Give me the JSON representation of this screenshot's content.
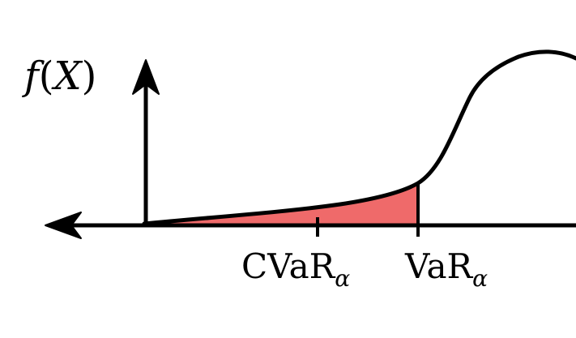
{
  "diagram": {
    "y_axis_label": {
      "func": "f",
      "open_paren": "(",
      "var": "X",
      "close_paren": ")"
    },
    "markers": {
      "cvar": {
        "main": "CVaR",
        "subscript": "α"
      },
      "var": {
        "main": "VaR",
        "subscript": "α"
      }
    },
    "colors": {
      "tail_fill": "#ef6a6a",
      "stroke": "#000000",
      "background": "#ffffff"
    }
  }
}
